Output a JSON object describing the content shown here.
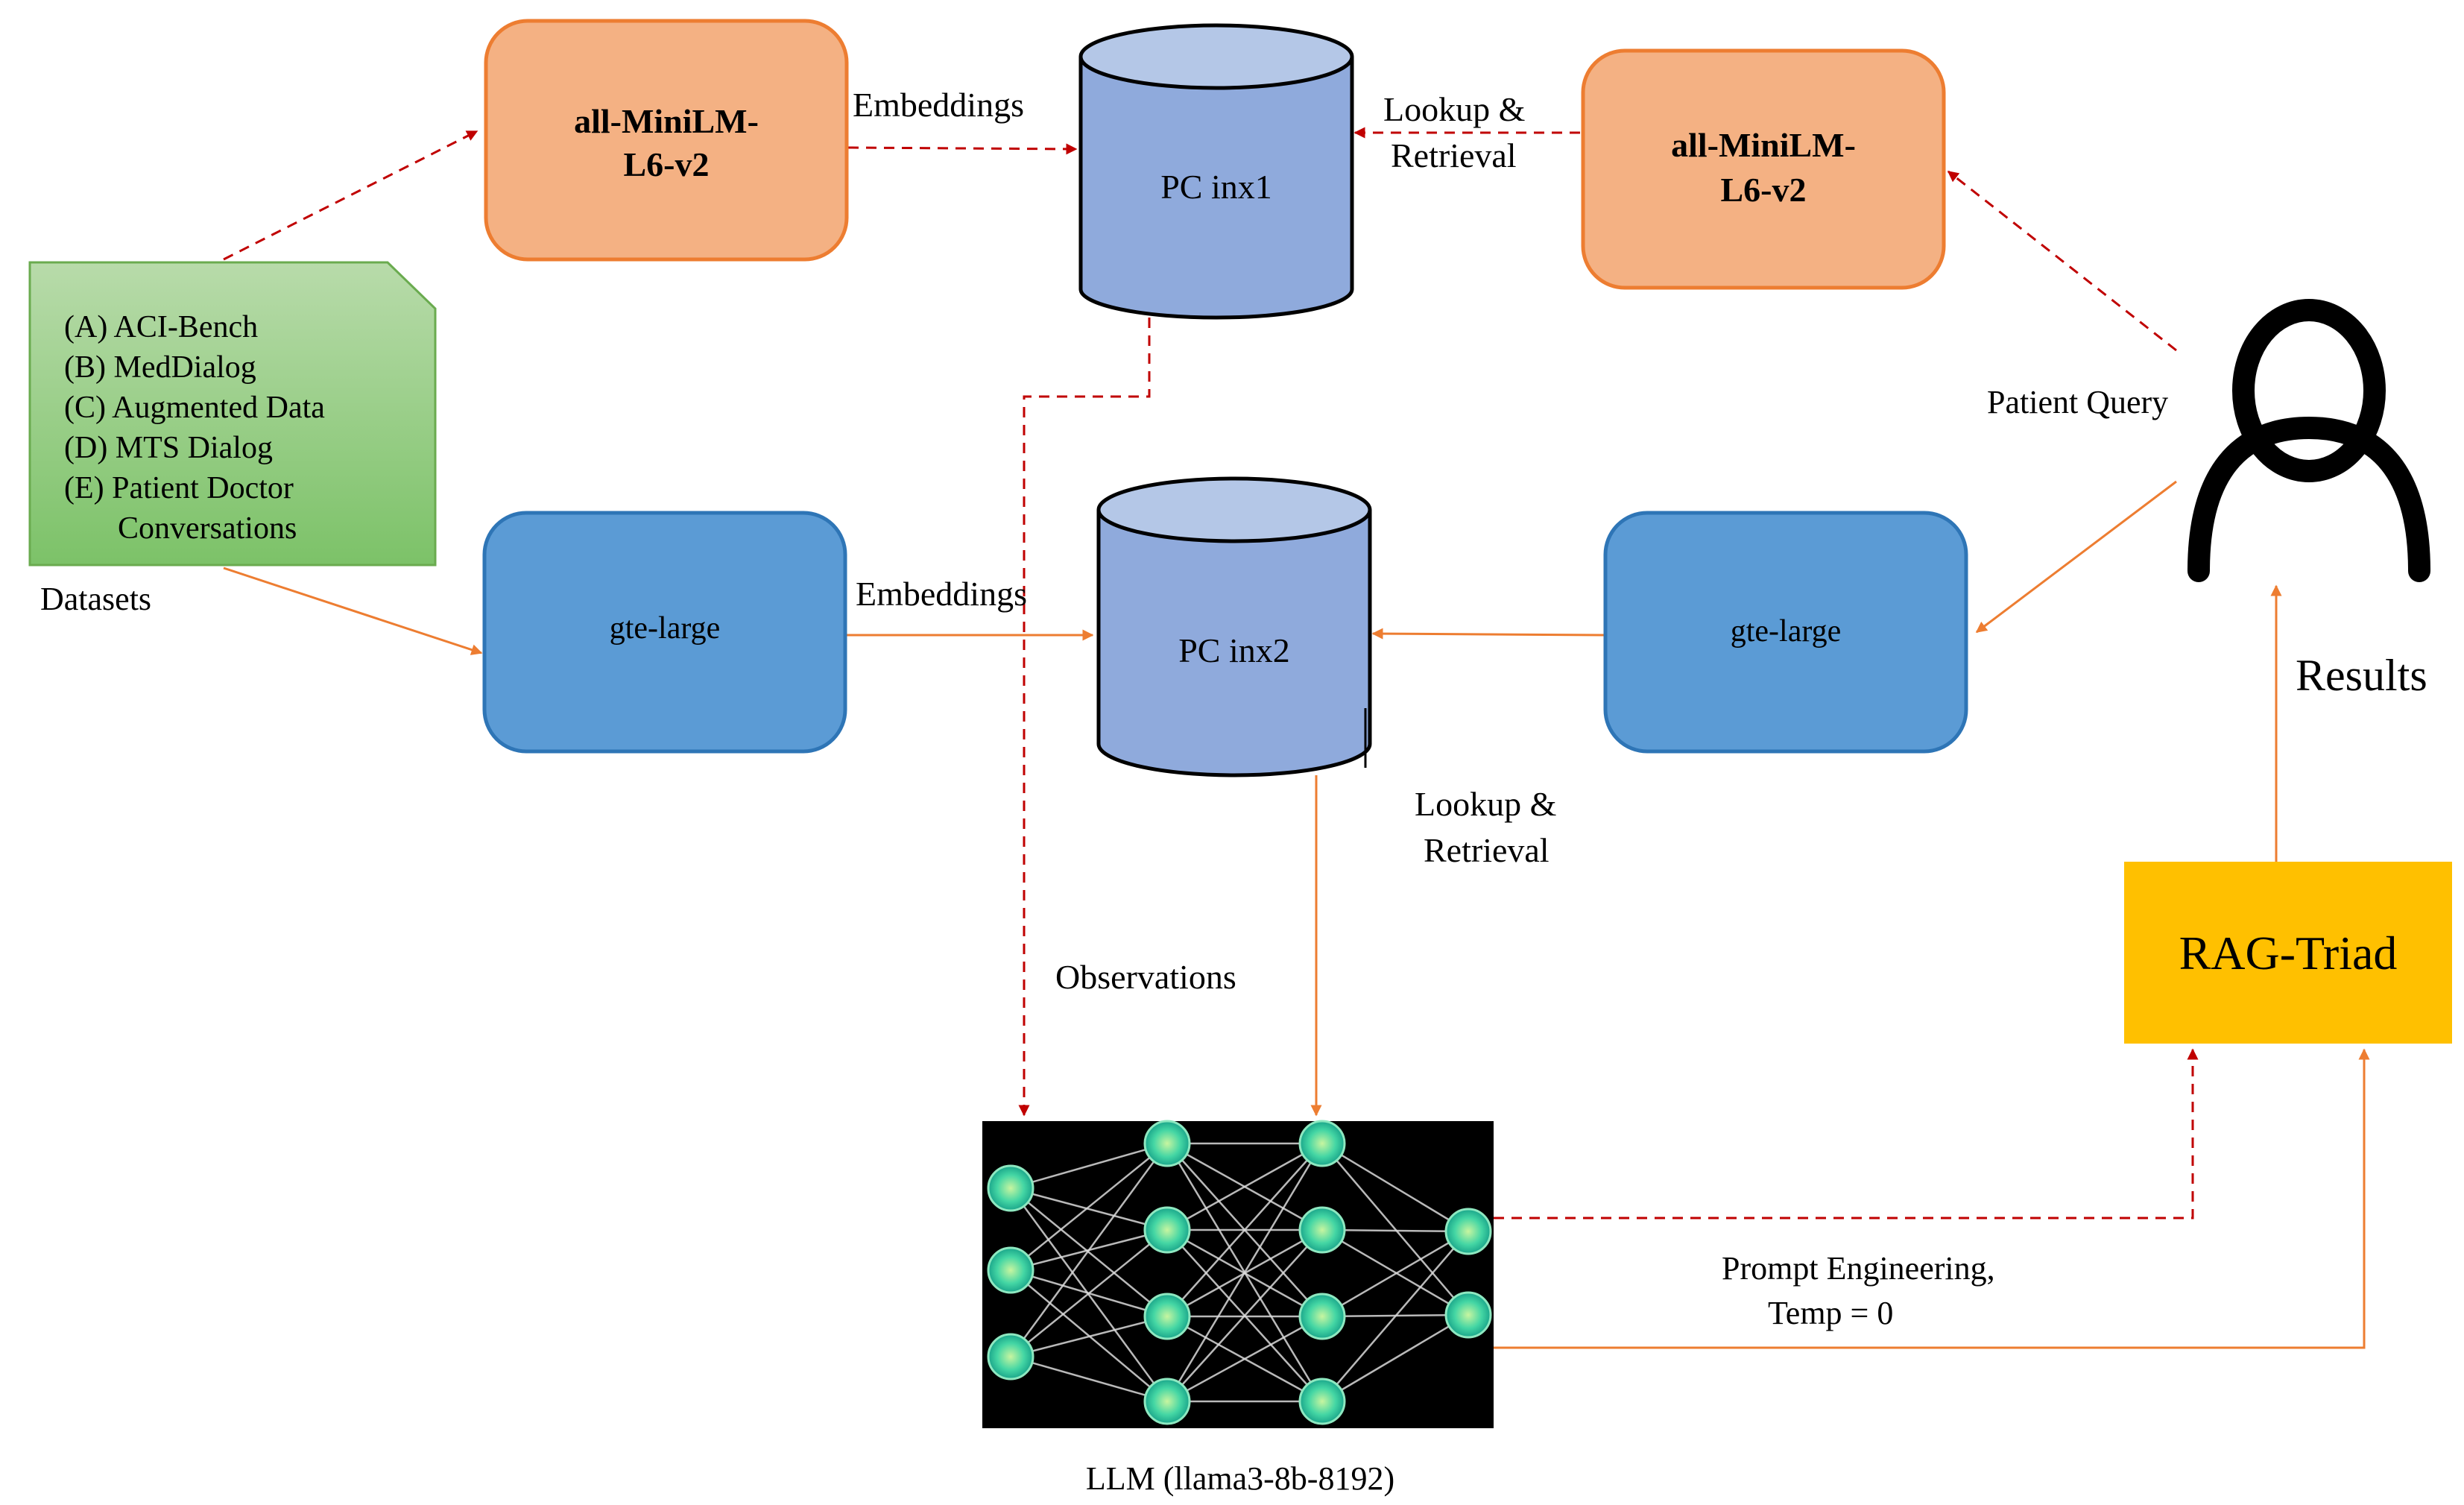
{
  "datasets": {
    "items": [
      "(A)  ACI-Bench",
      "(B)  MedDialog",
      "(C)  Augmented Data",
      "(D)  MTS Dialog",
      "(E) Patient Doctor"
    ],
    "item_cont": "Conversations",
    "caption": "Datasets"
  },
  "minilm": {
    "line1": "all-MiniLM-",
    "line2": "L6-v2"
  },
  "gte": {
    "label": "gte-large"
  },
  "pc1": {
    "label": "PC inx1"
  },
  "pc2": {
    "label": "PC inx2"
  },
  "edges": {
    "embeddings": "Embeddings",
    "lookup_line1": "Lookup &",
    "lookup_line2": "Retrieval",
    "patient_query": "Patient Query",
    "observations": "Observations",
    "prompt_line1": "Prompt Engineering,",
    "prompt_line2": "Temp = 0",
    "results": "Results"
  },
  "llm": {
    "caption": "LLM (llama3-8b-8192)"
  },
  "rag": {
    "label": "RAG-Triad"
  },
  "colors": {
    "dataset_fill_top": "#b5d9a6",
    "dataset_fill_bottom": "#7cc268",
    "dataset_stroke": "#6aab4f",
    "minilm_fill": "#f4b183",
    "minilm_stroke": "#ed7d31",
    "gte_fill": "#5b9bd5",
    "gte_stroke": "#2e75b6",
    "cylinder_fill": "#8faadc",
    "cylinder_top": "#b4c7e7",
    "red_arrow": "#c00000",
    "orange_arrow": "#ed7d31",
    "rag_fill": "#ffc000",
    "node_fill": "#44d6a4"
  }
}
